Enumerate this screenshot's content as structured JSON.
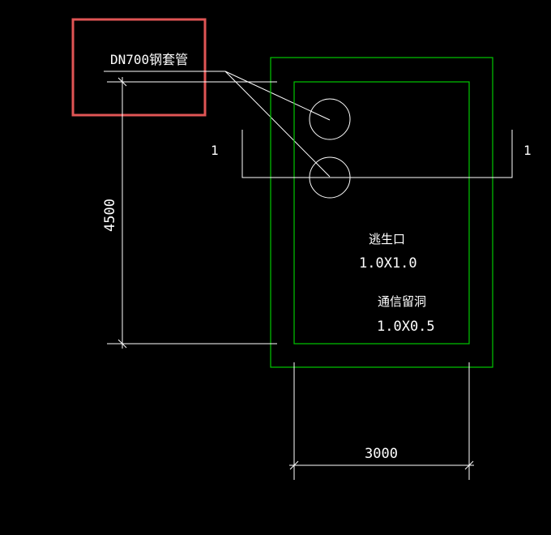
{
  "drawing": {
    "pipe_label": "DN700钢套管",
    "section_mark_left": "1",
    "section_mark_right": "1",
    "dimension_vertical": "4500",
    "dimension_horizontal": "3000",
    "opening_1_name": "逃生口",
    "opening_1_size": "1.0X1.0",
    "opening_2_name": "通信留洞",
    "opening_2_size": "1.0X0.5"
  },
  "colors": {
    "background": "#000000",
    "line": "#ffffff",
    "outline": "#00c800",
    "highlight_box": "#e05555"
  }
}
